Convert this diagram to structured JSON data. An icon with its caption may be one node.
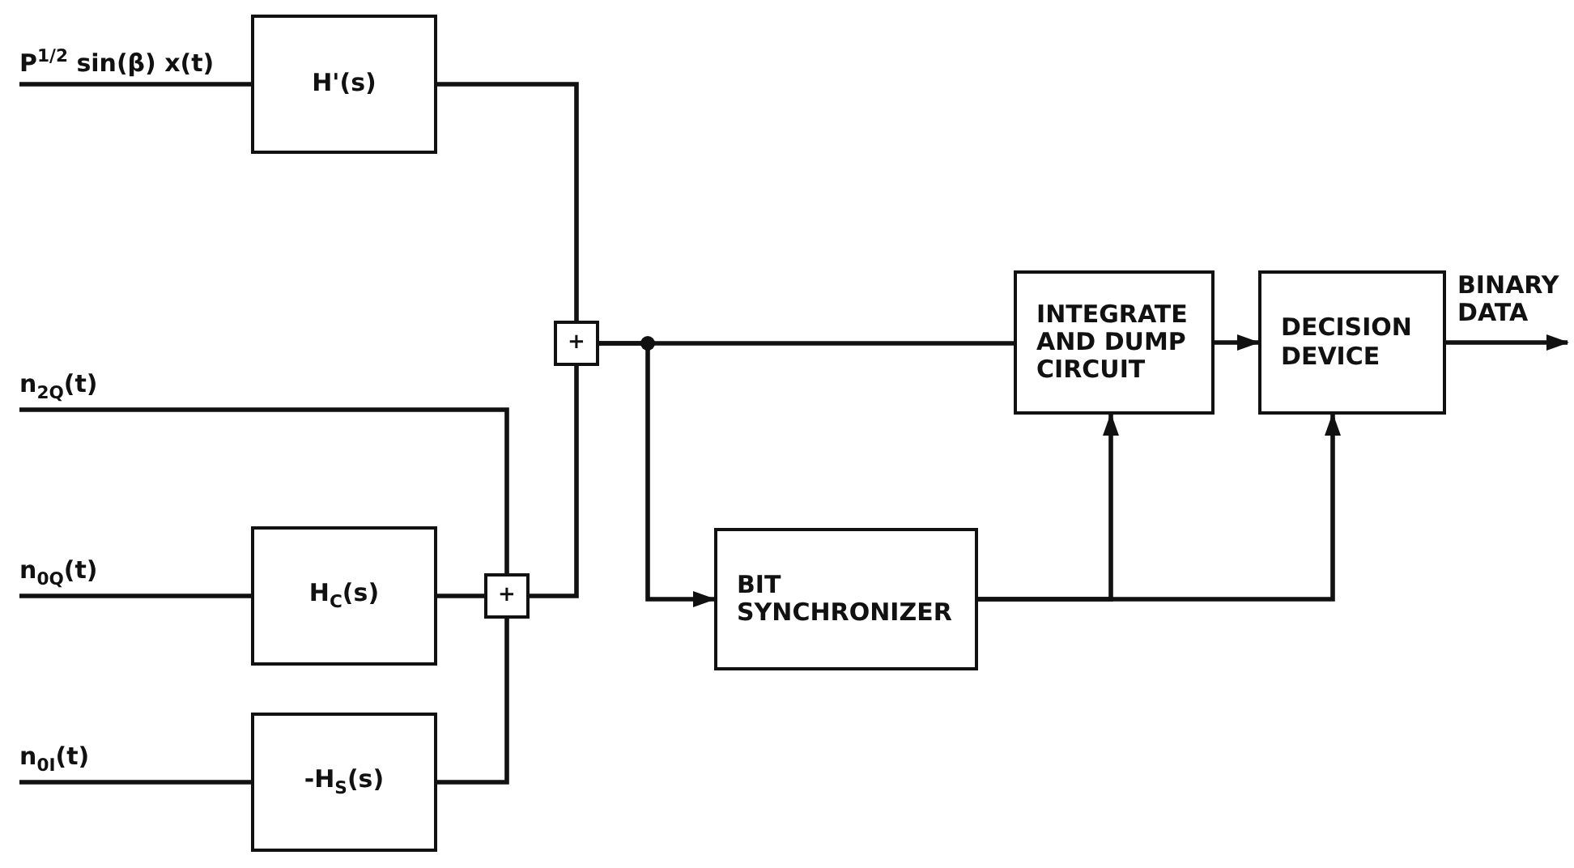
{
  "diagram": {
    "nodes": [
      {
        "text": [
          "P$^{1/2}$ sin(β) x(t)"
        ]
      },
      {
        "text": [
          "H'(s)"
        ]
      },
      {
        "text": [
          "n$_{2Q}$(t)"
        ]
      },
      {
        "text": [
          "n$_{0Q}$(t)"
        ]
      },
      {
        "text": [
          "H$_{C}$(s)"
        ]
      },
      {
        "text": [
          "n$_{0I}$(t)"
        ]
      },
      {
        "text": [
          "-H$_{S}$(s)"
        ]
      },
      {
        "text": [
          "+"
        ]
      },
      {
        "text": [
          "+"
        ]
      },
      {
        "text": [
          "INTEGRATE AND DUMP CIRCUIT"
        ]
      },
      {
        "text": [
          "DECISION DEVICE"
        ]
      },
      {
        "text": [
          "BIT SYNCHRONIZER"
        ]
      }
    ],
    "edges": [
      {
        "from": 0,
        "to": 1,
        "arrow": "none"
      },
      {
        "from": 1,
        "to": 8,
        "arrow": "none"
      },
      {
        "from": 2,
        "to": 7,
        "arrow": "none"
      },
      {
        "from": 3,
        "to": 4,
        "arrow": "none"
      },
      {
        "from": 5,
        "to": 6,
        "arrow": "none"
      },
      {
        "from": 4,
        "to": 7,
        "arrow": "none"
      },
      {
        "from": 6,
        "to": 7,
        "arrow": "none"
      },
      {
        "from": 7,
        "to": 8,
        "arrow": "none"
      },
      {
        "from": 8,
        "to": 9,
        "arrow": "none"
      },
      {
        "from": 8,
        "to": 11,
        "arrow": "to"
      },
      {
        "from": 9,
        "to": 10,
        "arrow": "to"
      },
      {
        "from": 11,
        "to": 9,
        "arrow": "to"
      },
      {
        "from": 11,
        "to": 10,
        "arrow": "to"
      },
      {
        "from": 10,
        "to": null,
        "arrow": "to",
        "label": "BINARY DATA"
      }
    ]
  }
}
